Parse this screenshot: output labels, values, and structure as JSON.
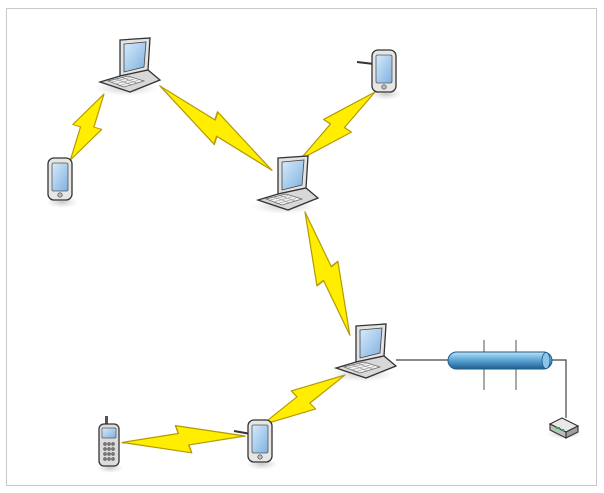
{
  "diagram": {
    "kind": "wireless ad hoc network",
    "colors": {
      "bolt_fill": "#ffee00",
      "bolt_stroke": "#b59a00",
      "bus_fill": "#5fa8d8",
      "bus_stroke": "#1e5a88",
      "device_body": "#d9d9d9",
      "device_outline": "#3a3a3a",
      "screen": "#9fc7ec",
      "frame": "#c9c9c9"
    },
    "nodes": [
      {
        "id": "laptop-1",
        "type": "laptop"
      },
      {
        "id": "pda-1",
        "type": "pda"
      },
      {
        "id": "tablet-1",
        "type": "tablet"
      },
      {
        "id": "laptop-2",
        "type": "laptop"
      },
      {
        "id": "laptop-3",
        "type": "laptop"
      },
      {
        "id": "tablet-2",
        "type": "tablet"
      },
      {
        "id": "phone-1",
        "type": "cell-phone"
      },
      {
        "id": "bus-1",
        "type": "network-bus"
      },
      {
        "id": "modem-1",
        "type": "modem"
      }
    ],
    "links": [
      {
        "from": "laptop-1",
        "to": "pda-1",
        "medium": "wireless"
      },
      {
        "from": "laptop-1",
        "to": "laptop-2",
        "medium": "wireless"
      },
      {
        "from": "tablet-1",
        "to": "laptop-2",
        "medium": "wireless"
      },
      {
        "from": "laptop-2",
        "to": "laptop-3",
        "medium": "wireless"
      },
      {
        "from": "laptop-3",
        "to": "tablet-2",
        "medium": "wireless"
      },
      {
        "from": "tablet-2",
        "to": "phone-1",
        "medium": "wireless"
      },
      {
        "from": "laptop-3",
        "to": "bus-1",
        "medium": "wired"
      },
      {
        "from": "bus-1",
        "to": "modem-1",
        "medium": "wired"
      }
    ]
  }
}
